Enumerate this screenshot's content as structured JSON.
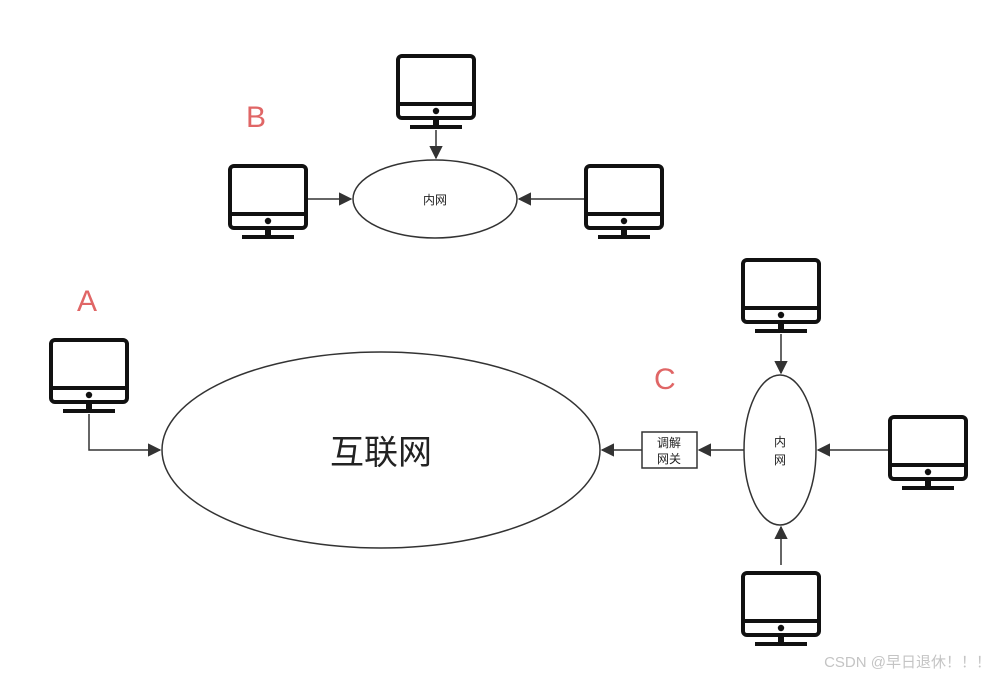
{
  "labels": {
    "A": "A",
    "B": "B",
    "C": "C"
  },
  "nodes": {
    "internet": "互联网",
    "intranet_b": "内网",
    "intranet_c_line1": "内",
    "intranet_c_line2": "网",
    "gateway_line1": "调解",
    "gateway_line2": "网关"
  },
  "watermark": "CSDN @早日退休！！！",
  "colors": {
    "stroke": "#333333",
    "label": "#e06666",
    "watermark": "#c4c4c4"
  }
}
